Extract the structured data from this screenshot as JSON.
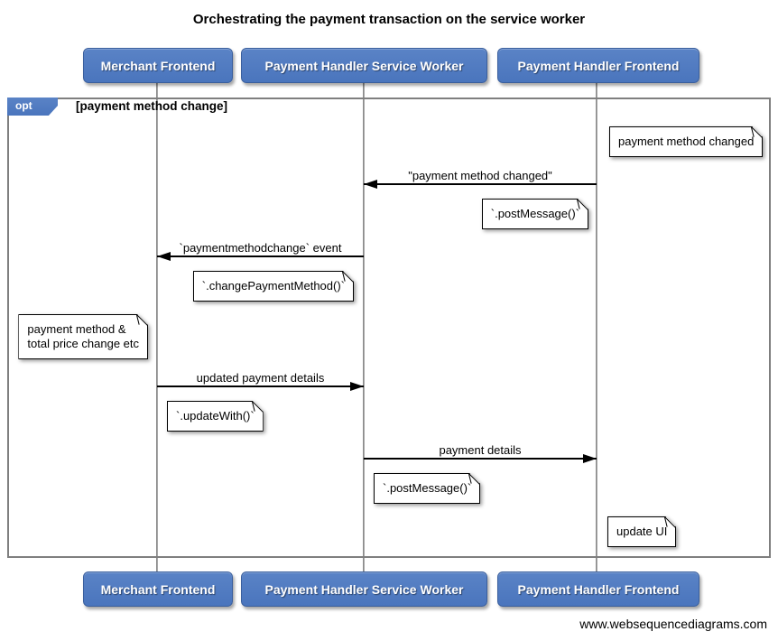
{
  "diagram": {
    "title": "Orchestrating the payment transaction on the service worker",
    "watermark": "www.websequencediagrams.com",
    "actors": [
      {
        "label": "Merchant Frontend"
      },
      {
        "label": "Payment Handler Service Worker"
      },
      {
        "label": "Payment Handler Frontend"
      }
    ],
    "fragment": {
      "operator": "opt",
      "condition": "[payment method change]"
    },
    "messages": [
      {
        "label": "\"payment method changed\"",
        "from": "Payment Handler Frontend",
        "to": "Payment Handler Service Worker",
        "direction": "left"
      },
      {
        "label": "`paymentmethodchange` event",
        "from": "Payment Handler Service Worker",
        "to": "Merchant Frontend",
        "direction": "left"
      },
      {
        "label": "updated payment details",
        "from": "Merchant Frontend",
        "to": "Payment Handler Service Worker",
        "direction": "right"
      },
      {
        "label": "payment details",
        "from": "Payment Handler Service Worker",
        "to": "Payment Handler Frontend",
        "direction": "right"
      }
    ],
    "notes": [
      {
        "text": "payment method changed"
      },
      {
        "text": "`.postMessage()`"
      },
      {
        "text": "`.changePaymentMethod()`"
      },
      {
        "text": "payment method &\ntotal price change etc"
      },
      {
        "text": "`.updateWith()`"
      },
      {
        "text": "`.postMessage()`"
      },
      {
        "text": "update UI"
      }
    ],
    "colors": {
      "actor_fill": "#4c79c1",
      "actor_border": "#3a5f9d",
      "fragment_border": "#7f7f7f",
      "lifeline": "#8a8a8a",
      "note_background": "#ffffff",
      "message_line": "#000000"
    }
  }
}
